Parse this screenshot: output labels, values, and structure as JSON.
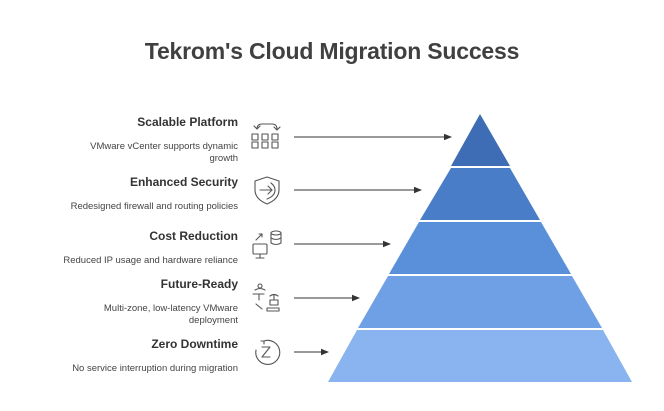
{
  "title": "Tekrom's Cloud Migration Success",
  "items": [
    {
      "heading": "Scalable Platform",
      "description": "VMware vCenter supports dynamic growth",
      "icon": "scaling-grid-icon"
    },
    {
      "heading": "Enhanced Security",
      "description": "Redesigned firewall and routing policies",
      "icon": "shield-arrow-icon"
    },
    {
      "heading": "Cost Reduction",
      "description": "Reduced IP usage and hardware reliance",
      "icon": "monitor-database-icon"
    },
    {
      "heading": "Future-Ready",
      "description": "Multi-zone, low-latency VMware deployment",
      "icon": "network-nodes-icon"
    },
    {
      "heading": "Zero Downtime",
      "description": "No service interruption during migration",
      "icon": "sleep-z-icon"
    }
  ],
  "colors": {
    "tiers": [
      "#3f6db5",
      "#4a7dc8",
      "#5a8fd9",
      "#6fa0e6",
      "#8ab4f0"
    ],
    "arrow": "#333333",
    "icon": "#555555"
  }
}
